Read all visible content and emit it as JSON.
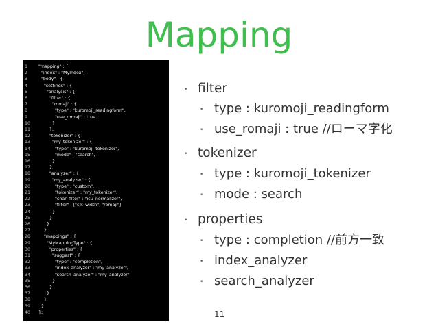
{
  "slide": {
    "title": "Mapping",
    "page_number": "11"
  },
  "code": {
    "lines": [
      {
        "n": "1",
        "t": "\"mapping\" : {"
      },
      {
        "n": "2",
        "t": "  \"index\" : \"MyIndex\","
      },
      {
        "n": "3",
        "t": "  \"body\" : {"
      },
      {
        "n": "4",
        "t": "    \"settings\" : {"
      },
      {
        "n": "5",
        "t": "      \"analysis\" : {"
      },
      {
        "n": "6",
        "t": "        \"filter\" : {"
      },
      {
        "n": "7",
        "t": "          \"romaji\" : {"
      },
      {
        "n": "8",
        "t": "            \"type\" : \"kuromoji_readingform\","
      },
      {
        "n": "9",
        "t": "            \"use_romaji\" : true"
      },
      {
        "n": "10",
        "t": "          }"
      },
      {
        "n": "11",
        "t": "        },"
      },
      {
        "n": "12",
        "t": "        \"tokenizer\" : {"
      },
      {
        "n": "13",
        "t": "          \"my_tokenizer\" : {"
      },
      {
        "n": "14",
        "t": "            \"type\" : \"kuromoji_tokenizer\","
      },
      {
        "n": "15",
        "t": "            \"mode\" : \"search\","
      },
      {
        "n": "16",
        "t": "          }"
      },
      {
        "n": "17",
        "t": "        },"
      },
      {
        "n": "18",
        "t": "        \"analyzer\" : {"
      },
      {
        "n": "19",
        "t": "          \"my_analyzer\" : {"
      },
      {
        "n": "20",
        "t": "            \"type\" : \"custom\","
      },
      {
        "n": "21",
        "t": "            \"tokenizer\" : \"my_tokenizer\","
      },
      {
        "n": "22",
        "t": "            \"char_filter\" : \"icu_normalizer\","
      },
      {
        "n": "23",
        "t": "            \"filter\" : [\"cjk_width\", \"romaji\"]"
      },
      {
        "n": "24",
        "t": "          }"
      },
      {
        "n": "25",
        "t": "        }"
      },
      {
        "n": "26",
        "t": "      }"
      },
      {
        "n": "27",
        "t": "    },"
      },
      {
        "n": "28",
        "t": "    \"mappings\" : {"
      },
      {
        "n": "29",
        "t": "      \"MyMappingType\" : {"
      },
      {
        "n": "30",
        "t": "        \"properties\" : {"
      },
      {
        "n": "31",
        "t": "          \"suggest\" : {"
      },
      {
        "n": "32",
        "t": "            \"type\" : \"completion\","
      },
      {
        "n": "33",
        "t": "            \"index_analyzer\" : \"my_analyzer\","
      },
      {
        "n": "34",
        "t": "            \"search_analyzer\" : \"my_analyzer\""
      },
      {
        "n": "35",
        "t": "          }"
      },
      {
        "n": "36",
        "t": "        }"
      },
      {
        "n": "37",
        "t": "      }"
      },
      {
        "n": "38",
        "t": "    }"
      },
      {
        "n": "39",
        "t": "  }"
      },
      {
        "n": "40",
        "t": "};"
      }
    ]
  },
  "bullets": [
    {
      "level": 1,
      "text": "filter"
    },
    {
      "level": 2,
      "text": "type : kuromoji_readingform"
    },
    {
      "level": 2,
      "text": "use_romaji : true //ローマ字化"
    },
    {
      "level": 1,
      "text": "tokenizer"
    },
    {
      "level": 2,
      "text": "type : kuromoji_tokenizer"
    },
    {
      "level": 2,
      "text": "mode : search"
    },
    {
      "level": 1,
      "text": "properties"
    },
    {
      "level": 2,
      "text": "type : completion //前方一致"
    },
    {
      "level": 2,
      "text": "index_analyzer"
    },
    {
      "level": 2,
      "text": "search_analyzer"
    }
  ]
}
